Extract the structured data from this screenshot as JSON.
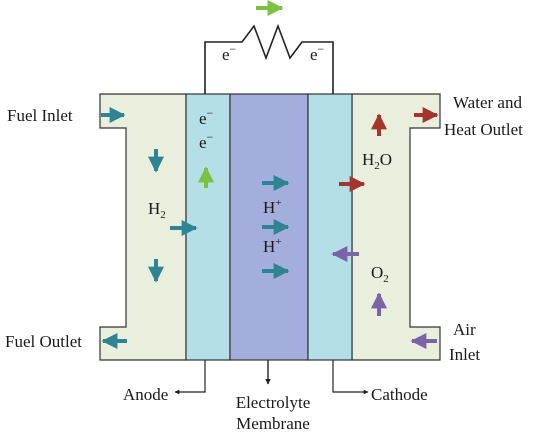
{
  "labels": {
    "fuel_inlet": "Fuel Inlet",
    "fuel_outlet": "Fuel Outlet",
    "water_heat_outlet_line1": "Water and",
    "water_heat_outlet_line2": "Heat Outlet",
    "air_inlet_line1": "Air",
    "air_inlet_line2": "Inlet",
    "anode": "Anode",
    "cathode": "Cathode",
    "electrolyte_line1": "Electrolyte",
    "electrolyte_line2": "Membrane",
    "electron_left": "e",
    "electron_right": "e",
    "electron_anode_1": "e",
    "electron_anode_2": "e",
    "electron_sup": "−",
    "h2_base": "H",
    "h2_sub": "2",
    "hplus_base_1": "H",
    "hplus_base_2": "H",
    "hplus_sup": "+",
    "h2o_h": "H",
    "h2o_sub": "2",
    "h2o_o": "O",
    "o2_base": "O",
    "o2_sub": "2"
  },
  "colors": {
    "gas_channel": "#e9efdc",
    "electrode": "#b4dfe6",
    "membrane": "#a3aedc",
    "outline": "#333333",
    "arrow_teal": "#2e8494",
    "arrow_green": "#7cc242",
    "arrow_red": "#a3352c",
    "arrow_purple": "#7a63a6"
  },
  "icons": [
    "resistor-icon",
    "arrow-icon"
  ]
}
